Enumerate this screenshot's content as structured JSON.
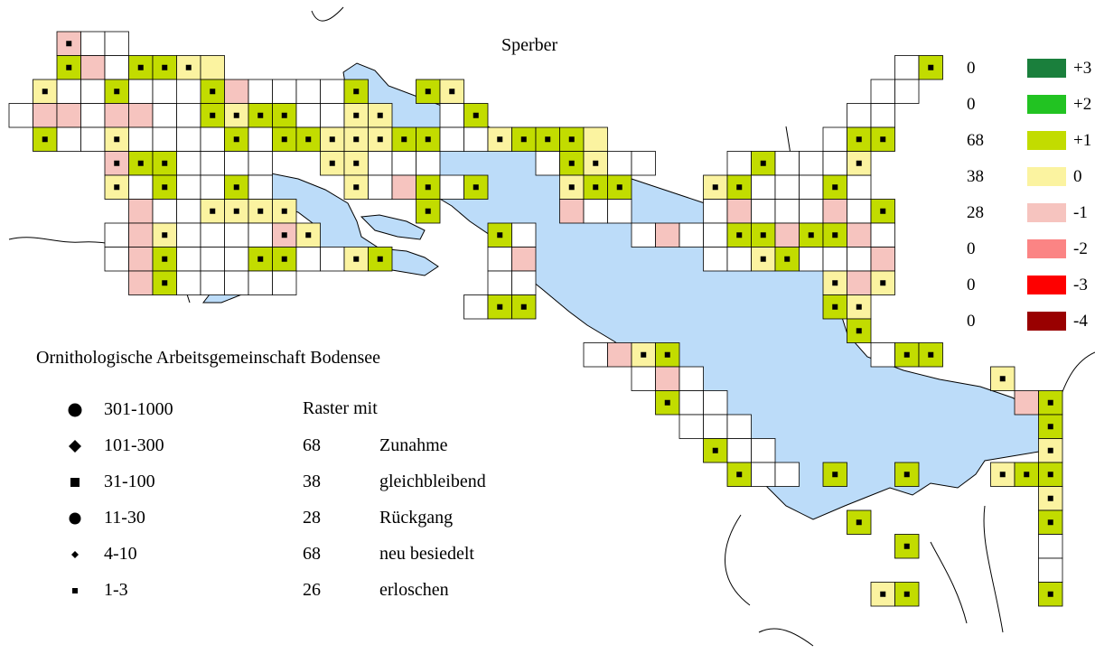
{
  "title": "Sperber",
  "organization": "Ornithologische Arbeitsgemeinschaft Bodensee",
  "colors": {
    "lake": "#bcdcf9",
    "plus3": "#1a7f3c",
    "plus2": "#22c322",
    "plus1": "#c2dc00",
    "zero": "#fbf3a0",
    "minus1": "#f6c4bf",
    "minus2": "#fb8484",
    "minus3": "#fe0000",
    "minus4": "#990000"
  },
  "change_scale": [
    {
      "count": "0",
      "label": "+3",
      "color": "#1a7f3c"
    },
    {
      "count": "0",
      "label": "+2",
      "color": "#22c322"
    },
    {
      "count": "68",
      "label": "+1",
      "color": "#c2dc00"
    },
    {
      "count": "38",
      "label": "0",
      "color": "#fbf3a0"
    },
    {
      "count": "28",
      "label": "-1",
      "color": "#f6c4bf"
    },
    {
      "count": "0",
      "label": "-2",
      "color": "#fb8484"
    },
    {
      "count": "0",
      "label": "-3",
      "color": "#fe0000"
    },
    {
      "count": "0",
      "label": "-4",
      "color": "#990000"
    }
  ],
  "abundance_legend": [
    {
      "symbol": "large-circle-icon",
      "label": "301-1000"
    },
    {
      "symbol": "diamond-icon",
      "label": "101-300"
    },
    {
      "symbol": "square-icon",
      "label": "31-100"
    },
    {
      "symbol": "medium-circle-icon",
      "label": "11-30"
    },
    {
      "symbol": "small-diamond-icon",
      "label": "4-10"
    },
    {
      "symbol": "small-square-icon",
      "label": "1-3"
    }
  ],
  "raster_summary": {
    "heading": "Raster mit",
    "items": [
      {
        "count": "68",
        "label": "Zunahme"
      },
      {
        "count": "38",
        "label": "gleichbleibend"
      },
      {
        "count": "28",
        "label": "Rückgang"
      },
      {
        "count": "68",
        "label": "neu besiedelt"
      },
      {
        "count": "26",
        "label": "erloschen"
      }
    ]
  }
}
